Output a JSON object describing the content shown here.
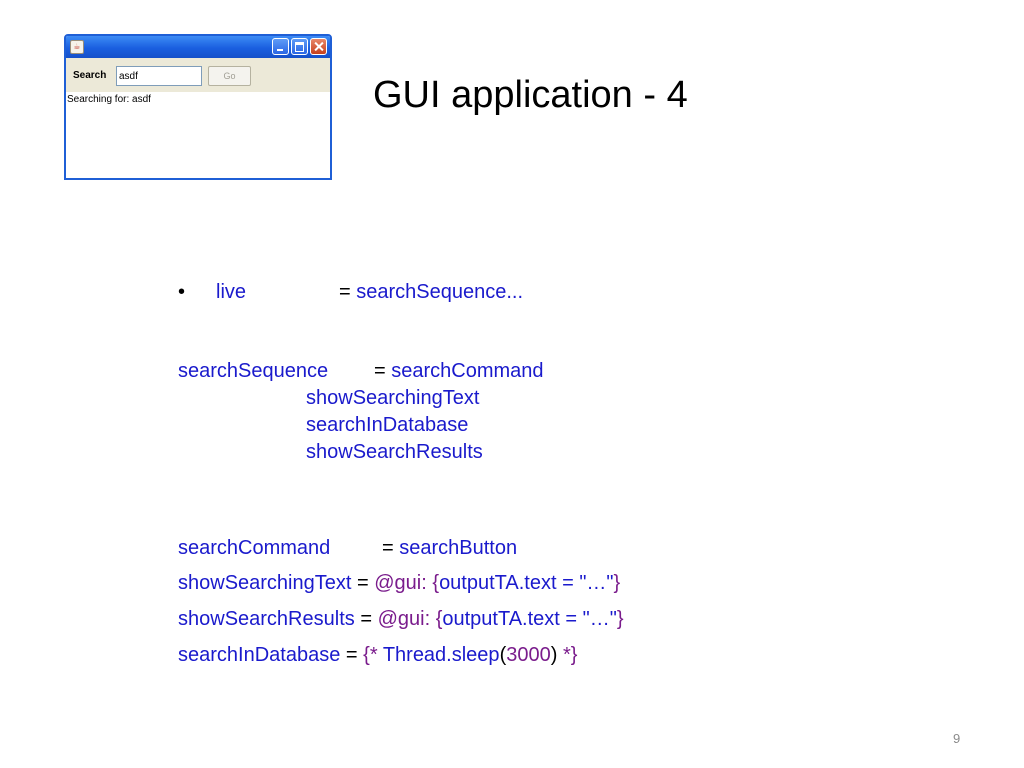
{
  "slide": {
    "title": "GUI application - 4",
    "page_number": "9"
  },
  "window": {
    "search_label": "Search",
    "search_value": "asdf",
    "go_label": "Go",
    "output_text": "Searching for: asdf"
  },
  "code": {
    "bullet": "•",
    "live": "live",
    "eq": "=",
    "search_sequence_ref": "searchSequence...",
    "search_sequence": "searchSequence",
    "search_command": "searchCommand",
    "show_searching_text": "showSearchingText",
    "search_in_database": "searchInDatabase",
    "show_search_results": "showSearchResults",
    "search_button": "searchButton",
    "at_gui": "@gui",
    "colon": ":",
    "open_brace": "{",
    "close_brace": "}",
    "output_assign": "outputTA.text = \"…\"",
    "open_brace_star": "{*",
    "star_close_brace": "*}",
    "thread_sleep": "Thread.sleep",
    "open_paren": "(",
    "close_paren": ")",
    "sleep_value": "3000"
  },
  "colors": {
    "identifier": "#1a1acc",
    "keyword": "#7a1c8c",
    "titlebar": "#1a5fe0"
  }
}
